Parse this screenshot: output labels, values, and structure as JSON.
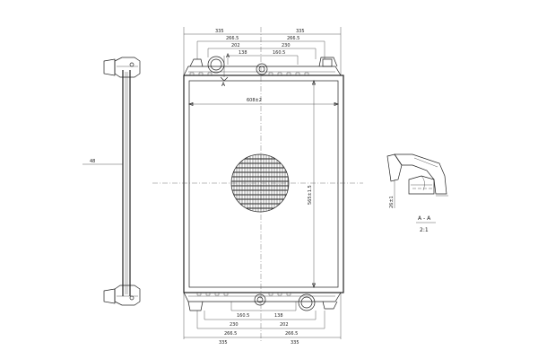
{
  "dimensions": {
    "top": {
      "left_335": "335",
      "right_335": "335",
      "left_266": "266.5",
      "right_266": "266.5",
      "left_202": "202",
      "right_230": "230",
      "left_138": "138",
      "right_160": "160.5"
    },
    "bottom": {
      "left_160": "160.5",
      "right_138": "138",
      "left_230": "230",
      "right_202": "202",
      "left_266": "266.5",
      "right_266": "266.5",
      "left_335": "335",
      "right_335": "335"
    },
    "core_width": "608±2",
    "core_height": "565±1.5",
    "side_depth": "48",
    "section_depth": "26±1"
  },
  "section": {
    "marker_top": "A",
    "marker_bottom": "A",
    "title": "A - A",
    "scale": "2:1"
  },
  "colors": {
    "line": "#222222",
    "background": "#ffffff"
  }
}
